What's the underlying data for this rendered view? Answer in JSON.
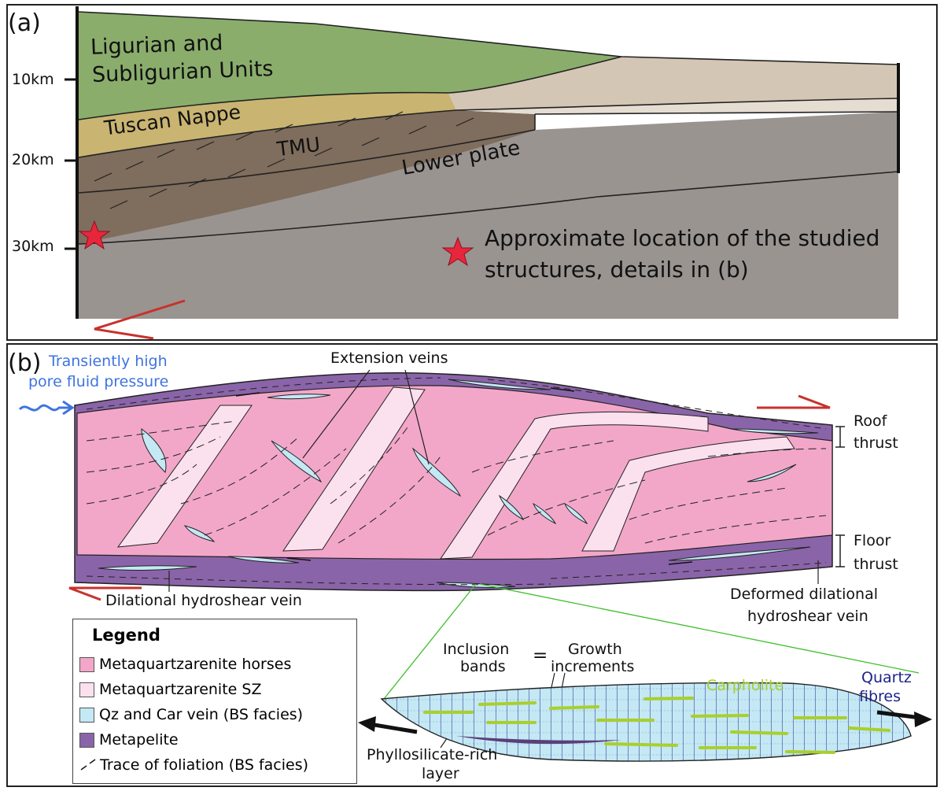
{
  "panel_a": {
    "label": "(a)",
    "depth_ticks": [
      "10km",
      "20km",
      "30km"
    ],
    "units": {
      "ligurian_line1": "Ligurian and",
      "ligurian_line2": "Subligurian Units",
      "tuscan": "Tuscan Nappe",
      "tmu": "TMU",
      "lower_plate": "Lower plate"
    },
    "star_note_line1": "Approximate location of the studied",
    "star_note_line2": "structures, details in (b)"
  },
  "panel_b": {
    "label": "(b)",
    "fluid_line1": "Transiently high",
    "fluid_line2": "pore fluid pressure",
    "extension_veins": "Extension veins",
    "roof_line1": "Roof",
    "roof_line2": "thrust",
    "floor_line1": "Floor",
    "floor_line2": "thrust",
    "dilational_vein": "Dilational hydroshear vein",
    "deformed_line1": "Deformed dilational",
    "deformed_line2": "hydroshear vein",
    "inclusion_line1": "Inclusion",
    "inclusion_line2": "bands",
    "equals": "=",
    "growth_line1": "Growth",
    "growth_line2": "increments",
    "carpholite": "Carpholite",
    "quartz_line1": "Quartz",
    "quartz_line2": "fibres",
    "phyllo_line1": "Phyllosilicate-rich",
    "phyllo_line2": "layer"
  },
  "legend": {
    "title": "Legend",
    "items": [
      {
        "label": "Metaquartzarenite horses",
        "color": "#f2a7c9"
      },
      {
        "label": "Metaquartzarenite SZ",
        "color": "#fbe0ee"
      },
      {
        "label": "Qz and Car vein (BS facies)",
        "color": "#c4e8f4"
      },
      {
        "label": "Metapelite",
        "color": "#8a64a8"
      },
      {
        "label": "Trace of foliation (BS facies)",
        "color": "#111111"
      }
    ]
  },
  "colors": {
    "ligurian": "#8aad6c",
    "tuscan": "#c9b471",
    "tmu": "#7f6d5d",
    "lower_plate": "#9a9491",
    "upper_right": "#d4c6b4",
    "arrow_red": "#c8322c",
    "star_red": "#e8263b",
    "fluid_blue": "#3f73e0",
    "carpholite_green": "#a9cf2c",
    "quartz_navy": "#1c238a"
  }
}
